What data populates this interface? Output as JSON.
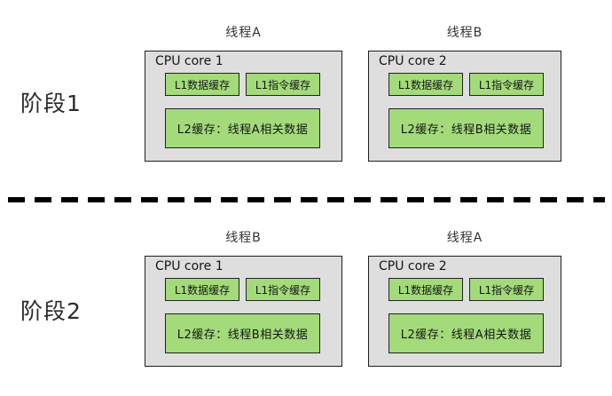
{
  "diagram": "hyperthread-cache-scheduling",
  "colors": {
    "core_fill": "#dedede",
    "core_border": "#1f1f1f",
    "cache_fill": "#a3db7a",
    "cache_border": "#232323",
    "divider": "#000000"
  },
  "stages": [
    {
      "label": "阶段1",
      "cores": [
        {
          "thread": "线程A",
          "title": "CPU core 1",
          "l1_data": "L1数据缓存",
          "l1_inst": "L1指令缓存",
          "l2": "L2缓存：线程A相关数据"
        },
        {
          "thread": "线程B",
          "title": "CPU core 2",
          "l1_data": "L1数据缓存",
          "l1_inst": "L1指令缓存",
          "l2": "L2缓存：线程B相关数据"
        }
      ]
    },
    {
      "label": "阶段2",
      "cores": [
        {
          "thread": "线程B",
          "title": "CPU core 1",
          "l1_data": "L1数据缓存",
          "l1_inst": "L1指令缓存",
          "l2": "L2缓存：线程B相关数据"
        },
        {
          "thread": "线程A",
          "title": "CPU core 2",
          "l1_data": "L1数据缓存",
          "l1_inst": "L1指令缓存",
          "l2": "L2缓存：线程A相关数据"
        }
      ]
    }
  ]
}
